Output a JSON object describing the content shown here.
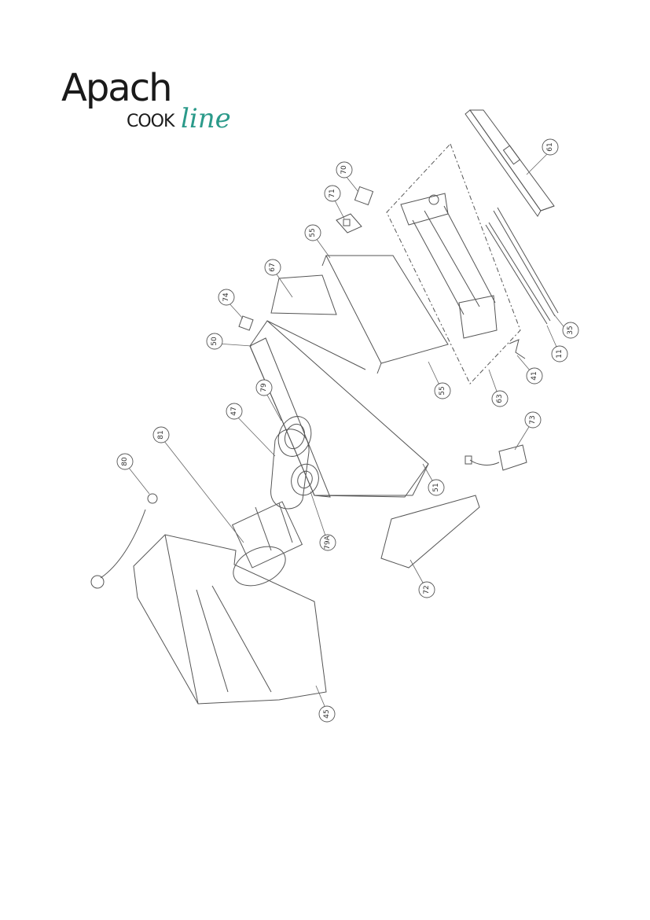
{
  "logo": {
    "brand": "Apach",
    "sub": "COOK",
    "script": "line"
  },
  "callouts": [
    {
      "id": "c61",
      "label": "61"
    },
    {
      "id": "c70",
      "label": "70"
    },
    {
      "id": "c71",
      "label": "71"
    },
    {
      "id": "c55a",
      "label": "55"
    },
    {
      "id": "c67",
      "label": "67"
    },
    {
      "id": "c74",
      "label": "74"
    },
    {
      "id": "c50",
      "label": "50"
    },
    {
      "id": "c35",
      "label": "35"
    },
    {
      "id": "c11",
      "label": "11"
    },
    {
      "id": "c41",
      "label": "41"
    },
    {
      "id": "c63",
      "label": "63"
    },
    {
      "id": "c55b",
      "label": "55"
    },
    {
      "id": "c79",
      "label": "79"
    },
    {
      "id": "c47",
      "label": "47"
    },
    {
      "id": "c81",
      "label": "81"
    },
    {
      "id": "c80",
      "label": "80"
    },
    {
      "id": "c73",
      "label": "73"
    },
    {
      "id": "c51",
      "label": "51"
    },
    {
      "id": "c79a",
      "label": "79A"
    },
    {
      "id": "c72",
      "label": "72"
    },
    {
      "id": "c45",
      "label": "45"
    }
  ]
}
